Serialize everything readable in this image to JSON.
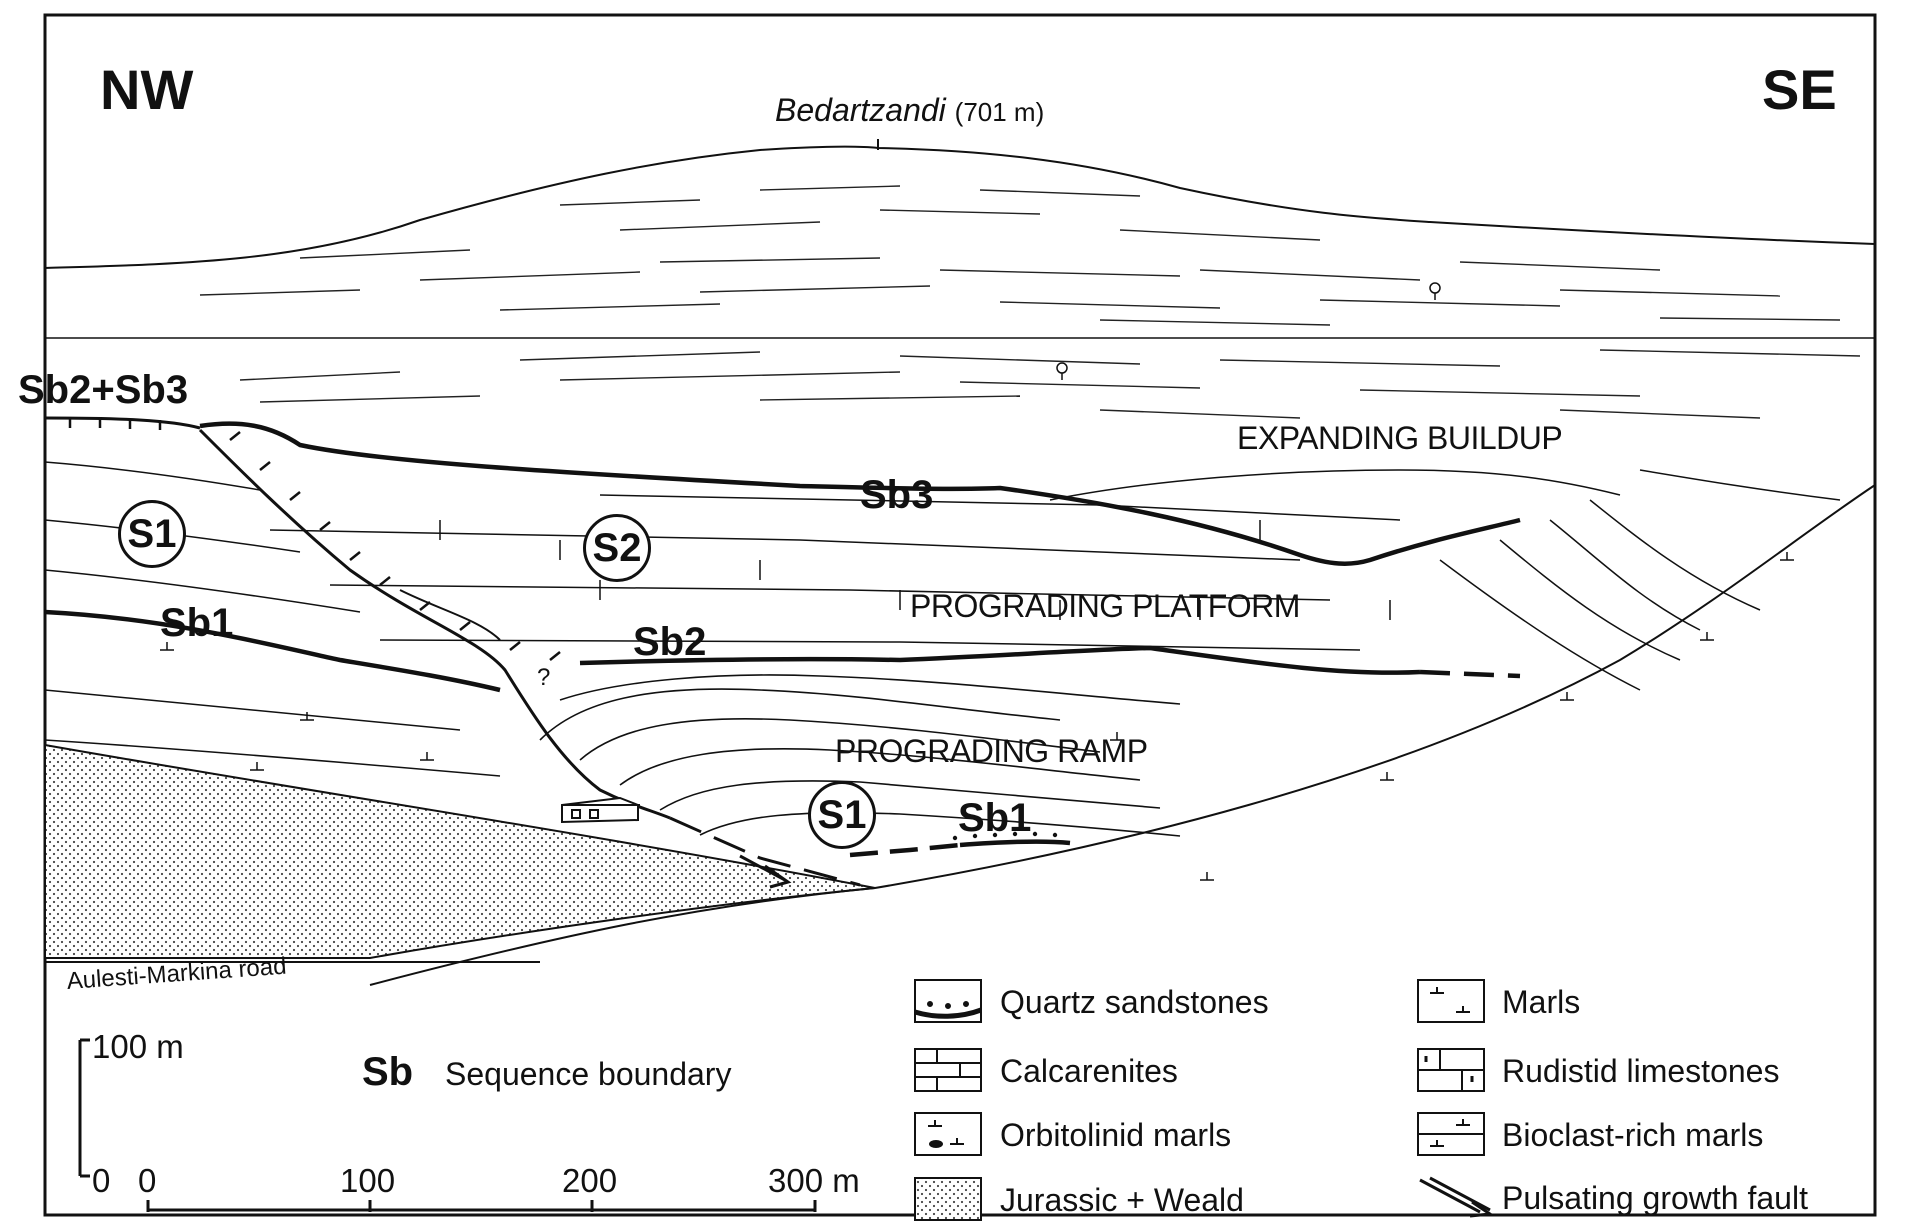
{
  "orientation": {
    "left": "NW",
    "right": "SE"
  },
  "peak": {
    "name": "Bedartzandi",
    "elevation": "(701 m)"
  },
  "boundaries": {
    "sb2_sb3": "Sb2+Sb3",
    "sb3": "Sb3",
    "sb2": "Sb2",
    "sb1_left": "Sb1",
    "sb1_right": "Sb1"
  },
  "sequences": {
    "s1_left": "S1",
    "s2": "S2",
    "s1_bottom": "S1"
  },
  "units": {
    "expanding_buildup": "EXPANDING BUILDUP",
    "prograding_platform": "PROGRADING PLATFORM",
    "prograding_ramp": "PROGRADING RAMP"
  },
  "uncertain_mark": "?",
  "road": "Aulesti-Markina road",
  "vertical_scale": {
    "top": "100 m",
    "bottom": "0"
  },
  "horizontal_scale": {
    "ticks": [
      "0",
      "100",
      "200",
      "300 m"
    ]
  },
  "sb_key": {
    "abbr": "Sb",
    "meaning": "Sequence boundary"
  },
  "legend": [
    {
      "label": "Quartz sandstones",
      "pattern": "quartz"
    },
    {
      "label": "Calcarenites",
      "pattern": "calcarenite"
    },
    {
      "label": "Orbitolinid marls",
      "pattern": "orbitolinid"
    },
    {
      "label": "Jurassic + Weald",
      "pattern": "dots"
    },
    {
      "label": "Marls",
      "pattern": "marl"
    },
    {
      "label": "Rudistid limestones",
      "pattern": "rudist"
    },
    {
      "label": "Bioclast-rich marls",
      "pattern": "bioclast"
    },
    {
      "label": "Pulsating growth fault",
      "pattern": "fault"
    }
  ]
}
